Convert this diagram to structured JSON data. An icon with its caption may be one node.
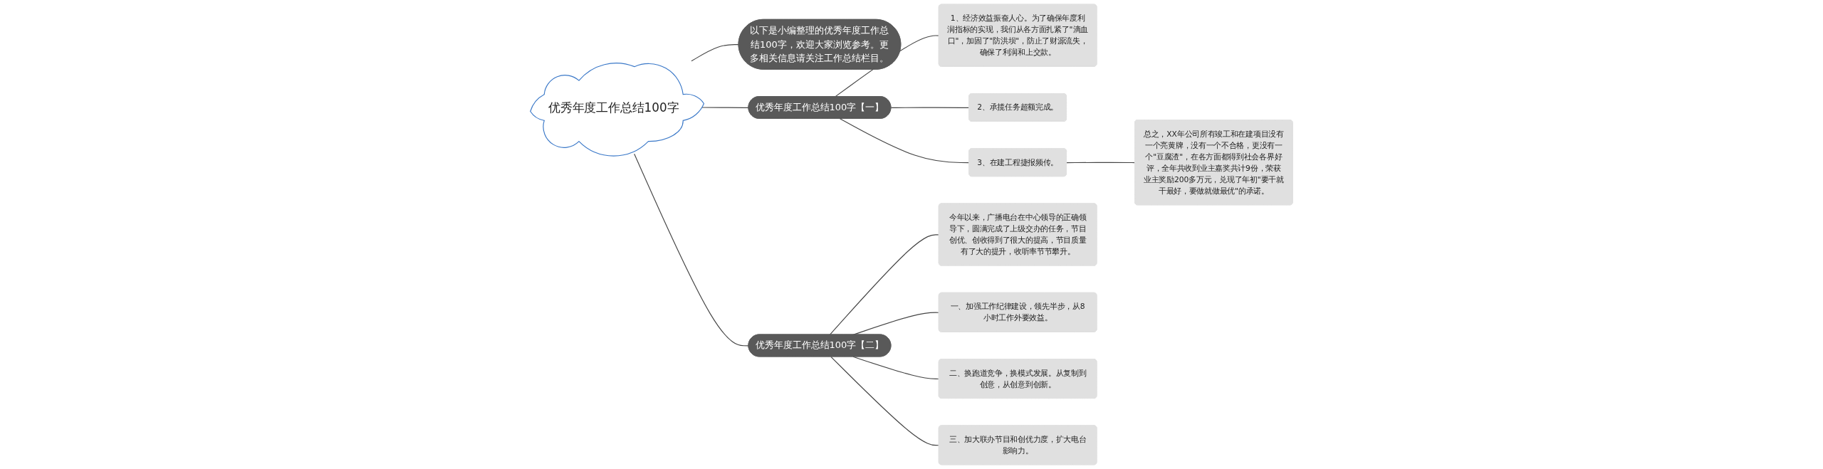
{
  "diagram": {
    "nodes": [
      {
        "text": [
          "优秀年度工作总结100字"
        ]
      },
      {
        "text": [
          "以下是小编整理的优秀年度工作总结100字，欢迎大家浏览参考。更多相关信息请关注工作总结栏目。"
        ]
      },
      {
        "text": [
          "优秀年度工作总结100字【一】"
        ]
      },
      {
        "text": [
          "1、经济效益振奋人心。为了确保年度利润指标的实现，我们从各方面扎紧了\"滴血口\"，加固了\"防洪坝\"，防止了财源流失，确保了利润和上交款。"
        ]
      },
      {
        "text": [
          "2、承揽任务超额完成。"
        ]
      },
      {
        "text": [
          "3、在建工程捷报频传。"
        ]
      },
      {
        "text": [
          "总之，XX年公司所有竣工和在建项目没有一个亮黄牌，没有一个不合格，更没有一个\"豆腐渣\"，在各方面都得到社会各界好评，全年共收到业主嘉奖共计9份，荣获业主奖励200多万元，兑现了年初\"要干就干最好，要做就做最优\"的承诺。"
        ]
      },
      {
        "text": [
          "优秀年度工作总结100字【二】"
        ]
      },
      {
        "text": [
          "今年以来，广播电台在中心领导的正确领导下，圆满完成了上级交办的任务，节目创优、创收得到了很大的提高，节目质量有了大的提升，收听率节节攀升。"
        ]
      },
      {
        "text": [
          "一、加强工作纪律建设，领先半步，从8小时工作外要效益。"
        ]
      },
      {
        "text": [
          "二、换跑道竞争，换模式发展。从复制到创意，从创意到创新。"
        ]
      },
      {
        "text": [
          "三、加大联办节目和创优力度，扩大电台影响力。"
        ]
      }
    ],
    "edges": [
      {
        "from": 0,
        "to": 1,
        "arrow": "none"
      },
      {
        "from": 0,
        "to": 2,
        "arrow": "none"
      },
      {
        "from": 2,
        "to": 3,
        "arrow": "none"
      },
      {
        "from": 2,
        "to": 4,
        "arrow": "none"
      },
      {
        "from": 2,
        "to": 5,
        "arrow": "none"
      },
      {
        "from": 5,
        "to": 6,
        "arrow": "none"
      },
      {
        "from": 0,
        "to": 7,
        "arrow": "none"
      },
      {
        "from": 7,
        "to": 8,
        "arrow": "none"
      },
      {
        "from": 7,
        "to": 9,
        "arrow": "none"
      },
      {
        "from": 7,
        "to": 10,
        "arrow": "none"
      },
      {
        "from": 7,
        "to": 11,
        "arrow": "none"
      }
    ]
  }
}
